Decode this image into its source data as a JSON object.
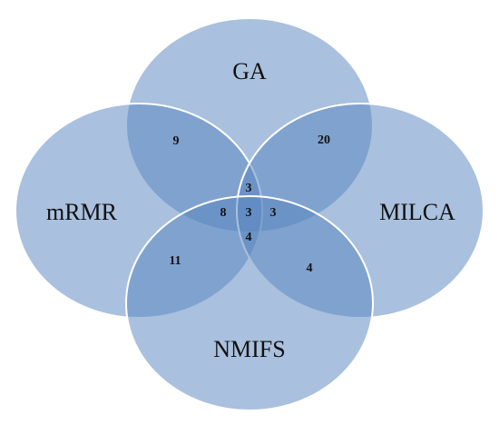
{
  "sets": [
    {
      "id": "ga",
      "label": "GA"
    },
    {
      "id": "mrmr",
      "label": "mRMR"
    },
    {
      "id": "milca",
      "label": "MILCA"
    },
    {
      "id": "nmifs",
      "label": "NMIFS"
    }
  ],
  "regions": {
    "ga_mrmr": "9",
    "ga_milca": "20",
    "ga_milca_nmifs_or_ga_mrmr_milca": "3",
    "mrmr_ga_nmifs": "8",
    "all_four": "3",
    "milca_ga_nmifs": "3",
    "mrmr_milca_nmifs": "4",
    "mrmr_nmifs": "11",
    "milca_nmifs": "4"
  },
  "colors": {
    "circle_fill": "#5b86bf",
    "circle_stroke": "#ffffff",
    "text": "#111111"
  }
}
